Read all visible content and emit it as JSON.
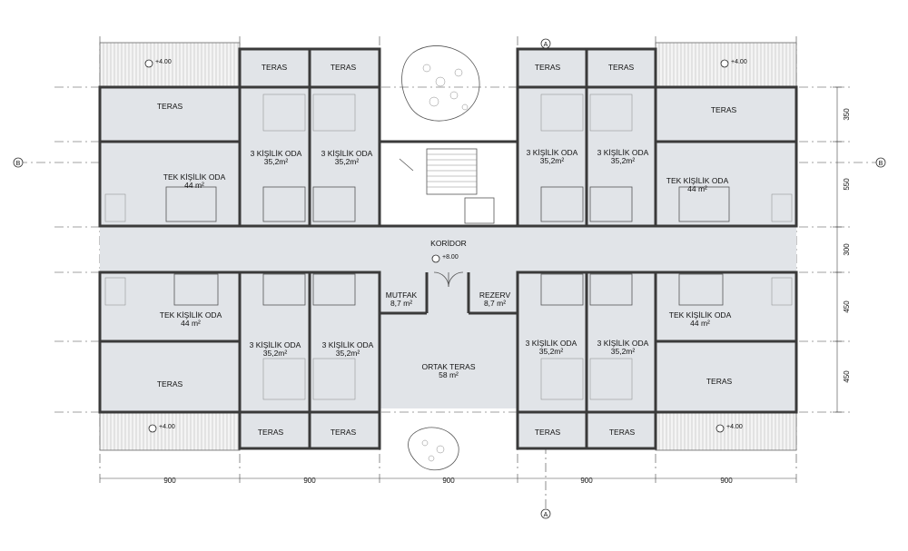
{
  "rooms": {
    "teras": "TERAS",
    "tek_kisilik": "TEK KİŞİLİK ODA",
    "tek_kisilik_area": "44 m²",
    "uc_kisilik": "3 KİŞİLİK ODA",
    "uc_kisilik_area": "35,2m²",
    "koridor": "KORİDOR",
    "mutfak": "MUTFAK",
    "mutfak_area": "8,7 m²",
    "rezerv": "REZERV",
    "rezerv_area": "8,7 m²",
    "ortak_teras": "ORTAK TERAS",
    "ortak_teras_area": "58 m²"
  },
  "levels": {
    "terrace": "+4.00",
    "corridor": "+8.00"
  },
  "axes": {
    "a": "A",
    "b": "B"
  },
  "dimensions": {
    "horizontal": [
      "900",
      "900",
      "900",
      "900",
      "900"
    ],
    "vertical": [
      "350",
      "550",
      "300",
      "450",
      "450"
    ]
  },
  "colors": {
    "room_fill": "#e1e4e8",
    "wall": "#3a3a3a"
  }
}
